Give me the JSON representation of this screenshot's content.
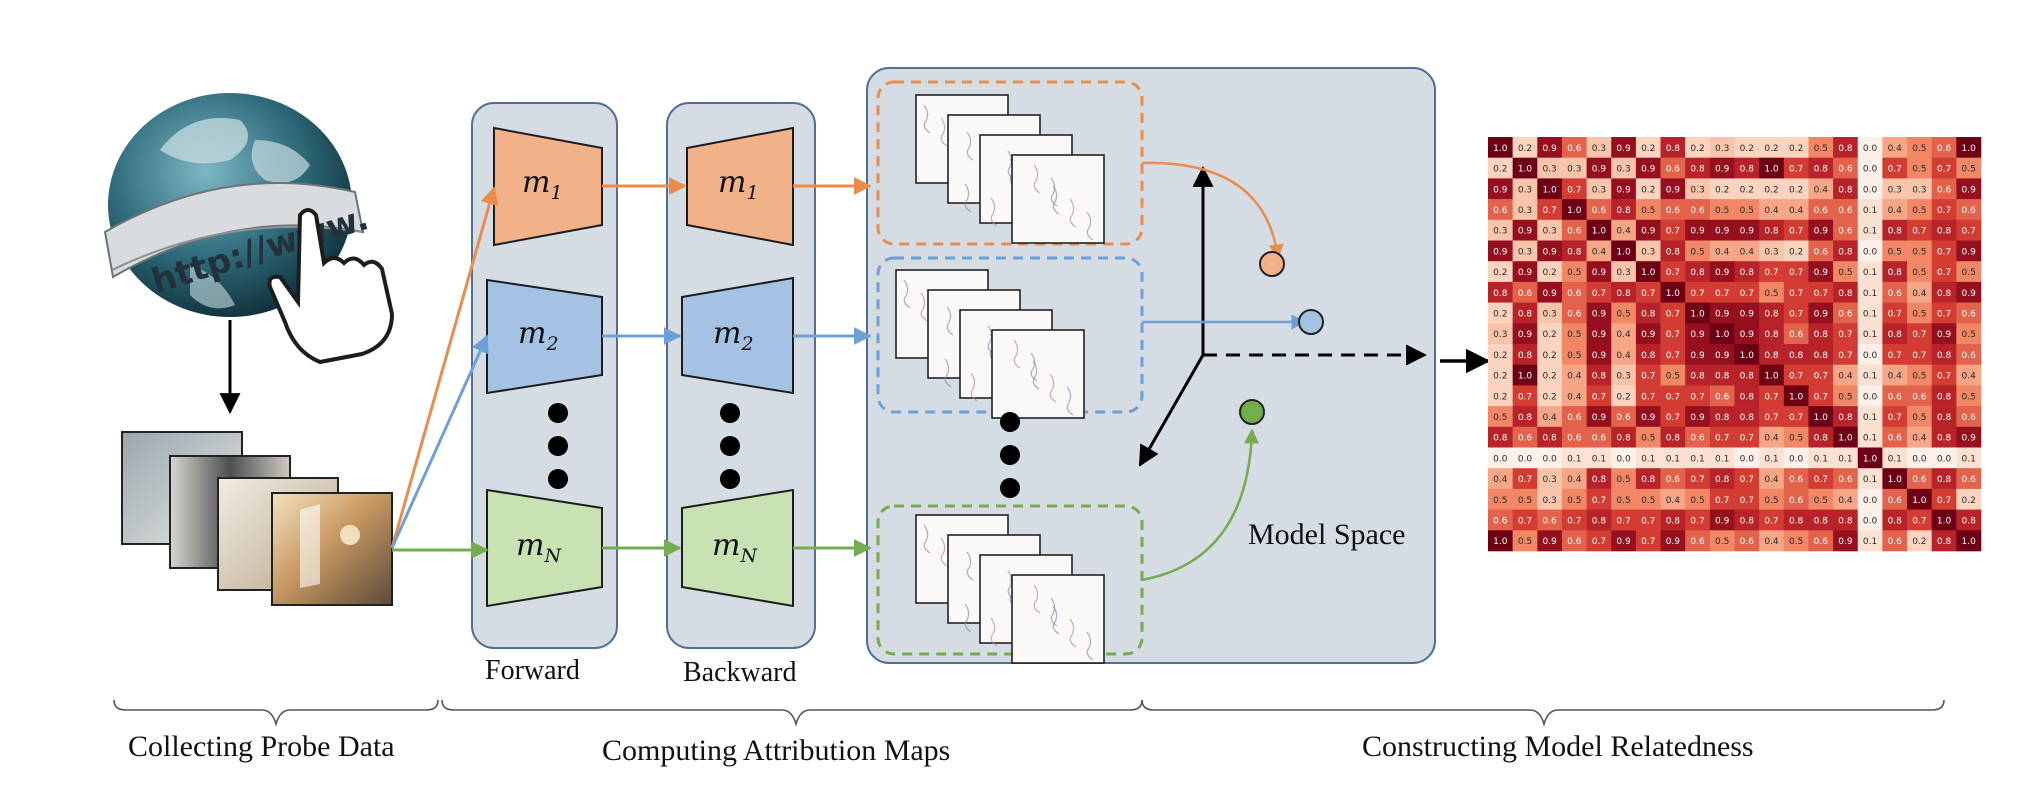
{
  "sections": {
    "collecting": "Collecting Probe Data",
    "computing": "Computing Attribution Maps",
    "constructing": "Constructing Model Relatedness"
  },
  "columns": {
    "forward": "Forward",
    "backward": "Backward"
  },
  "model_space_label": "Model Space",
  "url_text": "http://www.",
  "models": [
    {
      "base": "m",
      "sub": "1",
      "color": "#f1b289"
    },
    {
      "base": "m",
      "sub": "2",
      "color": "#a4c2e4"
    },
    {
      "base": "m",
      "sub": "N",
      "color": "#c9e2b3"
    }
  ],
  "colors": {
    "orange": "#ea8c4b",
    "blue": "#6f9fd8",
    "green": "#73ad4e",
    "panel": "#d6dce4",
    "panel_border": "#4f6f94"
  },
  "icons": [
    "globe-icon",
    "pointer-hand-icon"
  ],
  "heatmap": [
    [
      "1.0",
      "0.2",
      "0.9",
      "0.6",
      "0.3",
      "0.9",
      "0.2",
      "0.8",
      "0.2",
      "0.3",
      "0.2",
      "0.2",
      "0.2",
      "0.5",
      "0.8",
      "0.0",
      "0.4",
      "0.5",
      "0.6",
      "1.0"
    ],
    [
      "0.2",
      "1.0",
      "0.3",
      "0.3",
      "0.9",
      "0.3",
      "0.9",
      "0.6",
      "0.8",
      "0.9",
      "0.8",
      "1.0",
      "0.7",
      "0.8",
      "0.6",
      "0.0",
      "0.7",
      "0.5",
      "0.7",
      "0.5"
    ],
    [
      "0.9",
      "0.3",
      "1.0",
      "0.7",
      "0.3",
      "0.9",
      "0.2",
      "0.9",
      "0.3",
      "0.2",
      "0.2",
      "0.2",
      "0.2",
      "0.4",
      "0.8",
      "0.0",
      "0.3",
      "0.3",
      "0.6",
      "0.9"
    ],
    [
      "0.6",
      "0.3",
      "0.7",
      "1.0",
      "0.6",
      "0.8",
      "0.5",
      "0.6",
      "0.6",
      "0.5",
      "0.5",
      "0.4",
      "0.4",
      "0.6",
      "0.6",
      "0.1",
      "0.4",
      "0.5",
      "0.7",
      "0.6"
    ],
    [
      "0.3",
      "0.9",
      "0.3",
      "0.6",
      "1.0",
      "0.4",
      "0.9",
      "0.7",
      "0.9",
      "0.9",
      "0.9",
      "0.8",
      "0.7",
      "0.9",
      "0.6",
      "0.1",
      "0.8",
      "0.7",
      "0.8",
      "0.7"
    ],
    [
      "0.9",
      "0.3",
      "0.9",
      "0.8",
      "0.4",
      "1.0",
      "0.3",
      "0.8",
      "0.5",
      "0.4",
      "0.4",
      "0.3",
      "0.2",
      "0.6",
      "0.8",
      "0.0",
      "0.5",
      "0.5",
      "0.7",
      "0.9"
    ],
    [
      "0.2",
      "0.9",
      "0.2",
      "0.5",
      "0.9",
      "0.3",
      "1.0",
      "0.7",
      "0.8",
      "0.9",
      "0.8",
      "0.7",
      "0.7",
      "0.9",
      "0.5",
      "0.1",
      "0.8",
      "0.5",
      "0.7",
      "0.5"
    ],
    [
      "0.8",
      "0.6",
      "0.9",
      "0.6",
      "0.7",
      "0.8",
      "0.7",
      "1.0",
      "0.7",
      "0.7",
      "0.7",
      "0.5",
      "0.7",
      "0.7",
      "0.8",
      "0.1",
      "0.6",
      "0.4",
      "0.8",
      "0.9"
    ],
    [
      "0.2",
      "0.8",
      "0.3",
      "0.6",
      "0.9",
      "0.5",
      "0.8",
      "0.7",
      "1.0",
      "0.9",
      "0.9",
      "0.8",
      "0.7",
      "0.9",
      "0.6",
      "0.1",
      "0.7",
      "0.5",
      "0.7",
      "0.6"
    ],
    [
      "0.3",
      "0.9",
      "0.2",
      "0.5",
      "0.9",
      "0.4",
      "0.9",
      "0.7",
      "0.9",
      "1.0",
      "0.9",
      "0.8",
      "0.6",
      "0.8",
      "0.7",
      "0.1",
      "0.8",
      "0.7",
      "0.9",
      "0.5"
    ],
    [
      "0.2",
      "0.8",
      "0.2",
      "0.5",
      "0.9",
      "0.4",
      "0.8",
      "0.7",
      "0.9",
      "0.9",
      "1.0",
      "0.8",
      "0.8",
      "0.8",
      "0.7",
      "0.0",
      "0.7",
      "0.7",
      "0.8",
      "0.6"
    ],
    [
      "0.2",
      "1.0",
      "0.2",
      "0.4",
      "0.8",
      "0.3",
      "0.7",
      "0.5",
      "0.8",
      "0.8",
      "0.8",
      "1.0",
      "0.7",
      "0.7",
      "0.4",
      "0.1",
      "0.4",
      "0.5",
      "0.7",
      "0.4"
    ],
    [
      "0.2",
      "0.7",
      "0.2",
      "0.4",
      "0.7",
      "0.2",
      "0.7",
      "0.7",
      "0.7",
      "0.6",
      "0.8",
      "0.7",
      "1.0",
      "0.7",
      "0.5",
      "0.0",
      "0.6",
      "0.6",
      "0.8",
      "0.5"
    ],
    [
      "0.5",
      "0.8",
      "0.4",
      "0.6",
      "0.9",
      "0.6",
      "0.9",
      "0.7",
      "0.9",
      "0.8",
      "0.8",
      "0.7",
      "0.7",
      "1.0",
      "0.8",
      "0.1",
      "0.7",
      "0.5",
      "0.8",
      "0.6"
    ],
    [
      "0.8",
      "0.6",
      "0.8",
      "0.6",
      "0.6",
      "0.8",
      "0.5",
      "0.8",
      "0.6",
      "0.7",
      "0.7",
      "0.4",
      "0.5",
      "0.8",
      "1.0",
      "0.1",
      "0.6",
      "0.4",
      "0.8",
      "0.9"
    ],
    [
      "0.0",
      "0.0",
      "0.0",
      "0.1",
      "0.1",
      "0.0",
      "0.1",
      "0.1",
      "0.1",
      "0.1",
      "0.0",
      "0.1",
      "0.0",
      "0.1",
      "0.1",
      "1.0",
      "0.1",
      "0.0",
      "0.0",
      "0.1"
    ],
    [
      "0.4",
      "0.7",
      "0.3",
      "0.4",
      "0.8",
      "0.5",
      "0.8",
      "0.6",
      "0.7",
      "0.8",
      "0.7",
      "0.4",
      "0.6",
      "0.7",
      "0.6",
      "0.1",
      "1.0",
      "0.6",
      "0.8",
      "0.6"
    ],
    [
      "0.5",
      "0.5",
      "0.3",
      "0.5",
      "0.7",
      "0.5",
      "0.5",
      "0.4",
      "0.5",
      "0.7",
      "0.7",
      "0.5",
      "0.6",
      "0.5",
      "0.4",
      "0.0",
      "0.6",
      "1.0",
      "0.7",
      "0.2"
    ],
    [
      "0.6",
      "0.7",
      "0.6",
      "0.7",
      "0.8",
      "0.7",
      "0.7",
      "0.8",
      "0.7",
      "0.9",
      "0.8",
      "0.7",
      "0.8",
      "0.8",
      "0.8",
      "0.0",
      "0.8",
      "0.7",
      "1.0",
      "0.8"
    ],
    [
      "1.0",
      "0.5",
      "0.9",
      "0.6",
      "0.7",
      "0.9",
      "0.7",
      "0.9",
      "0.6",
      "0.5",
      "0.6",
      "0.4",
      "0.5",
      "0.6",
      "0.9",
      "0.1",
      "0.6",
      "0.2",
      "0.8",
      "1.0"
    ]
  ]
}
